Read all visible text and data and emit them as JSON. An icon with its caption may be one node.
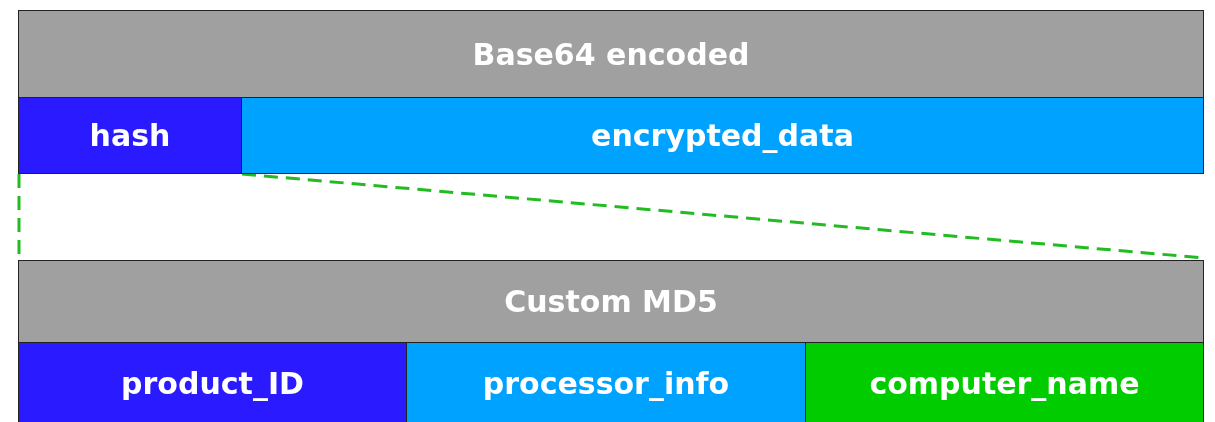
{
  "diagram": {
    "nodes": [
      {
        "text": [
          "Base64 encoded"
        ]
      },
      {
        "text": [
          "hash"
        ]
      },
      {
        "text": [
          "encrypted_data"
        ]
      },
      {
        "text": [
          "Custom MD5"
        ]
      },
      {
        "text": [
          "product_ID"
        ]
      },
      {
        "text": [
          "processor_info"
        ]
      },
      {
        "text": [
          "computer_name"
        ]
      }
    ],
    "edges": [
      {
        "from": 1,
        "to": 3,
        "arrow": "none",
        "style": "dashed",
        "color": "#22bb22"
      },
      {
        "from": 1,
        "to": 3,
        "arrow": "none",
        "style": "dashed",
        "color": "#22bb22"
      }
    ]
  }
}
